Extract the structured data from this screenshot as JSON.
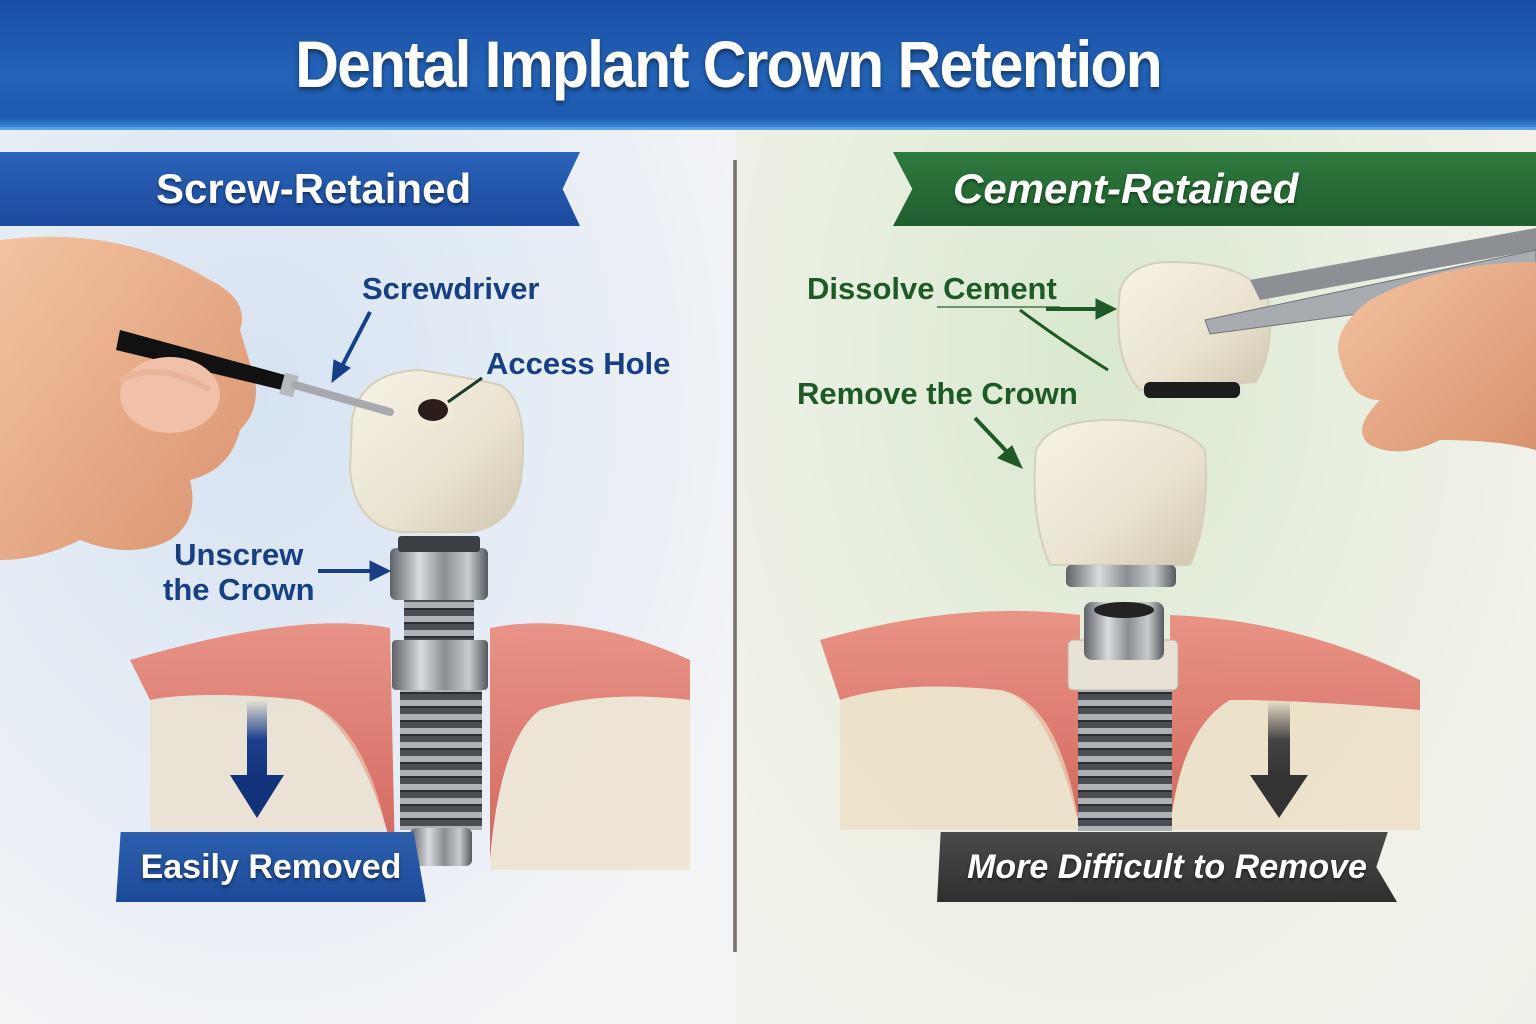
{
  "header": {
    "title": "Dental Implant Crown Retention",
    "background_color": "#1f5ab0"
  },
  "left_panel": {
    "heading": "Screw-Retained",
    "heading_color": "#1f55a9",
    "labels": {
      "screwdriver": "Screwdriver",
      "access_hole": "Access Hole",
      "unscrew_line1": "Unscrew",
      "unscrew_line2": "the Crown"
    },
    "result": "Easily Removed",
    "result_color": "#2558a8",
    "label_color": "#163f86"
  },
  "right_panel": {
    "heading": "Cement-Retained",
    "heading_color": "#276b35",
    "labels": {
      "dissolve_cement": "Dissolve Cement",
      "remove_crown": "Remove the Crown"
    },
    "result": "More Difficult to Remove",
    "result_color": "#3a3a3a",
    "label_color": "#1f5a26"
  },
  "illustrations": {
    "left": [
      "hand-holding-screwdriver",
      "crown-with-access-hole",
      "abutment",
      "threaded-implant",
      "gum-tissue",
      "bone",
      "down-arrow-blue"
    ],
    "right": [
      "tweezers",
      "hand",
      "crown-with-cement",
      "crown",
      "abutment",
      "threaded-implant",
      "gum-tissue",
      "bone",
      "down-arrow-gray"
    ]
  }
}
